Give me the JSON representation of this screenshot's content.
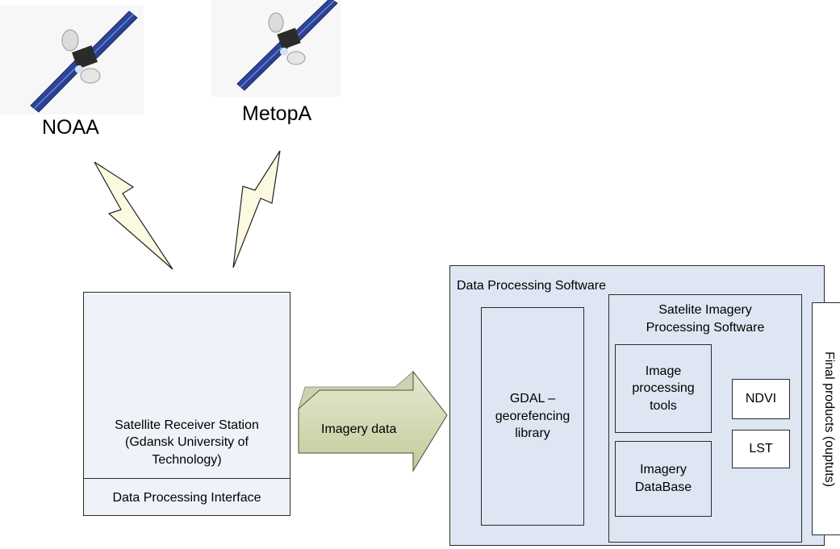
{
  "satellites": {
    "noaa": {
      "label": "NOAA"
    },
    "metop": {
      "label": "MetopA"
    }
  },
  "station": {
    "line1": "Satellite Receiver Station",
    "line2": "(Gdansk University of",
    "line3": "Technology)",
    "interface_label": "Data Processing Interface"
  },
  "arrow": {
    "label": "Imagery data"
  },
  "processing": {
    "title": "Data Processing Software",
    "gdal": {
      "line1": "GDAL –",
      "line2": "georefencing",
      "line3": "library"
    },
    "sips": {
      "line1": "Satelite Imagery",
      "line2": "Processing Software"
    },
    "tools": {
      "line1": "Image",
      "line2": "processing",
      "line3": "tools"
    },
    "db": {
      "line1": "Imagery",
      "line2": "DataBase"
    },
    "ndvi": "NDVI",
    "lst": "LST",
    "final": "Final products (ouptuts)"
  },
  "colors": {
    "panel_bg": "#dde6f2",
    "arrow_fill": "#d4dbb4",
    "connector_blue": "#4a7cc8",
    "lightning_fill": "#fbfae0"
  }
}
